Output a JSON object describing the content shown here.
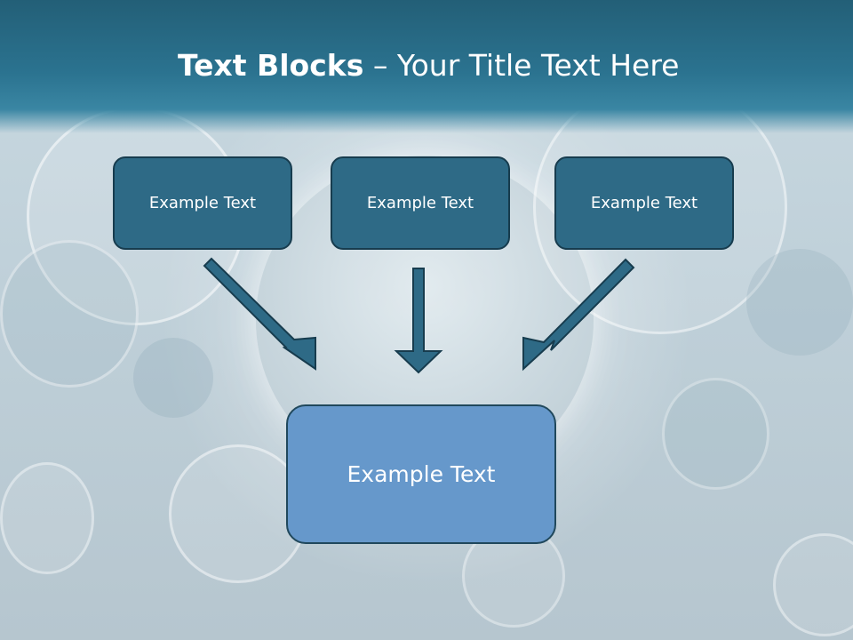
{
  "title": {
    "bold": "Text Blocks",
    "rest": " – Your Title Text Here"
  },
  "boxes": {
    "left": "Example Text",
    "center": "Example Text",
    "right": "Example Text",
    "main": "Example Text"
  },
  "colors": {
    "header": "#2b7390",
    "box_dark": "#2e6a86",
    "box_border": "#173c4e",
    "box_main": "#6698cb",
    "arrow_fill": "#2e6a86",
    "arrow_stroke": "#173c4e"
  }
}
